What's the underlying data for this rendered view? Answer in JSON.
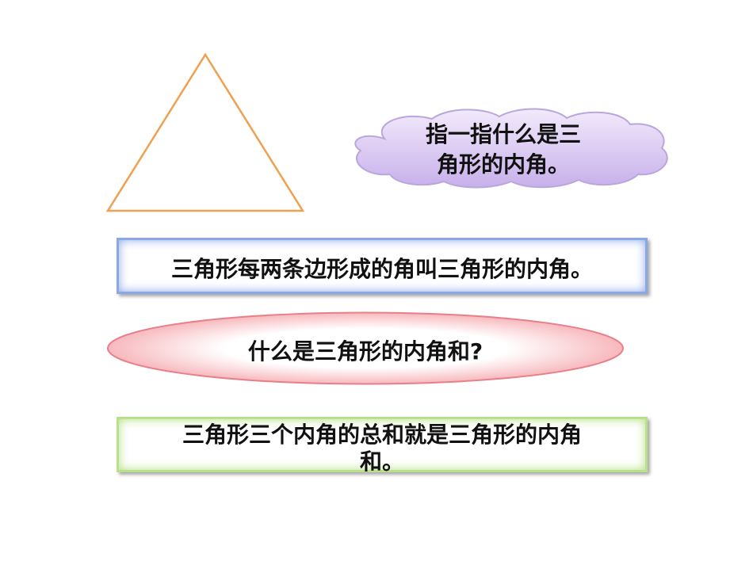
{
  "cloud": {
    "line1": "指一指什么是三",
    "line2": "角形的内角。"
  },
  "definition_box": {
    "text": "三角形每两条边形成的角叫三角形的内角。"
  },
  "question_ellipse": {
    "text": "什么是三角形的内角和?"
  },
  "answer_box": {
    "line1": "三角形三个内角的总和就是三角形的内角",
    "line2": "和。"
  },
  "colors": {
    "triangle_stroke": "#f0a050",
    "cloud_fill_top": "#f3eafc",
    "cloud_fill_bottom": "#c7b0ea",
    "cloud_stroke": "#b9a6dd",
    "box1_border": "#8aa7e6",
    "ellipse_fill": "#f7b8bd",
    "ellipse_stroke": "#e87f88",
    "box2_border": "#b9e08c"
  }
}
